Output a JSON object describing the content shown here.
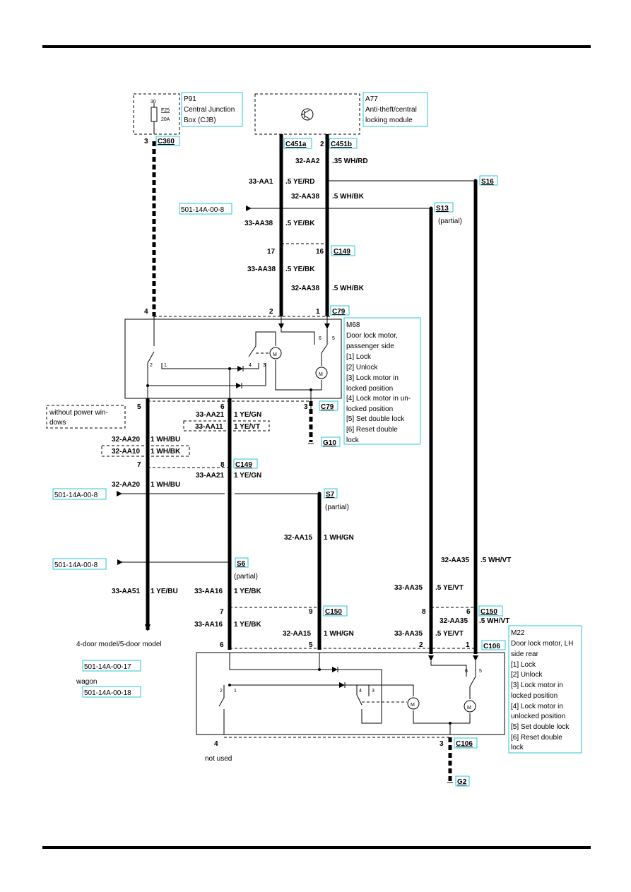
{
  "components": {
    "p91": {
      "lines": [
        "P91",
        "Central Junction",
        "Box (CJB)"
      ],
      "fuse": "F25",
      "fuse_rating": "20A",
      "pin": "30"
    },
    "a77": {
      "lines": [
        "A77",
        "Anti-theft/central",
        "locking module"
      ]
    },
    "m68": {
      "lines": [
        "M68",
        "Door lock motor,",
        "passenger side",
        "[1] Lock",
        "[2] Unlock",
        "[3] Lock motor in",
        "locked position",
        "[4] Lock motor in un-",
        "locked position",
        "[5] Set double lock",
        "[6] Reset double",
        "lock"
      ]
    },
    "m22": {
      "lines": [
        "M22",
        "Door lock motor, LH",
        "side rear",
        "[1] Lock",
        "[2] Unlock",
        "[3] Lock motor in",
        "locked position",
        "[4] Lock motor in",
        "unlocked position",
        "[5] Set double lock",
        "[6] Reset double",
        "lock"
      ]
    }
  },
  "connectors": {
    "c360": "C360",
    "c451a": "C451a",
    "c451b": "C451b",
    "s16": "S16",
    "s13": "S13",
    "c149a": "C149",
    "c79a": "C79",
    "c79b": "C79",
    "g10": "G10",
    "c149b": "C149",
    "s7": "S7",
    "s6": "S6",
    "c150a": "C150",
    "c150b": "C150",
    "c106a": "C106",
    "c106b": "C106",
    "g2": "G2"
  },
  "partial": "(partial)",
  "pins": {
    "p3a": "3",
    "p2a": "2",
    "p17": "17",
    "p16": "16",
    "p4a": "4",
    "p2b": "2",
    "p1a": "1",
    "p5a": "5",
    "p6a": "6",
    "p3b": "3",
    "p7a": "7",
    "p8a": "8",
    "p7b": "7",
    "p9": "9",
    "p8b": "8",
    "p6b": "6",
    "p6c": "6",
    "p5b": "5",
    "p2c": "2",
    "p1b": "1",
    "p4b": "4",
    "p3c": "3"
  },
  "wires": {
    "w1": "32-AA2",
    "w1c": ".35 WH/RD",
    "w2": "33-AA1",
    "w2c": ".5 YE/RD",
    "w3": "32-AA38",
    "w3c": ".5 WH/BK",
    "w4": "33-AA38",
    "w4c": ".5 YE/BK",
    "w5": "33-AA38",
    "w5c": ".5 YE/BK",
    "w6": "32-AA38",
    "w6c": ".5 WH/BK",
    "w7": "33-AA21",
    "w7c": "1 YE/GN",
    "w8": "33-AA11",
    "w8c": "1 YE/VT",
    "w9": "32-AA20",
    "w9c": "1 WH/BU",
    "w10": "32-AA10",
    "w10c": "1 WH/BK",
    "w11": "33-AA21",
    "w11c": "1 YE/GN",
    "w12": "32-AA20",
    "w12c": "1 WH/BU",
    "w13": "32-AA15",
    "w13c": "1 WH/GN",
    "w14": "32-AA35",
    "w14c": ".5 WH/VT",
    "w15": "33-AA51",
    "w15c": "1 YE/BU",
    "w16": "33-AA16",
    "w16c": "1 YE/BK",
    "w17": "33-AA35",
    "w17c": ".5 YE/VT",
    "w18": "33-AA16",
    "w18c": "1 YE/BK",
    "w19": "32-AA15",
    "w19c": "1 WH/GN",
    "w20": "32-AA35",
    "w20c": ".5 WH/VT",
    "w21": "33-AA35",
    "w21c": ".5 YE/VT"
  },
  "refs": {
    "r1": "501-14A-00-8",
    "r2": "501-14A-00-8",
    "r3": "501-14A-00-8",
    "r4": "501-14A-00-17",
    "r5": "501-14A-00-18"
  },
  "notes": {
    "without_pw": [
      "without power win-",
      "dows"
    ],
    "model": "4-door model/5-door model",
    "wagon": "wagon",
    "not_used": "not used"
  },
  "switch_labels": {
    "m68_2": "2",
    "m68_1": "1",
    "m68_4": "4",
    "m68_3": "3",
    "m68_6": "6",
    "m68_5": "5",
    "m22_2": "2",
    "m22_1": "1",
    "m22_4": "4",
    "m22_3": "3",
    "m22_6": "6",
    "m22_5": "5"
  },
  "motor_symbol": "M"
}
